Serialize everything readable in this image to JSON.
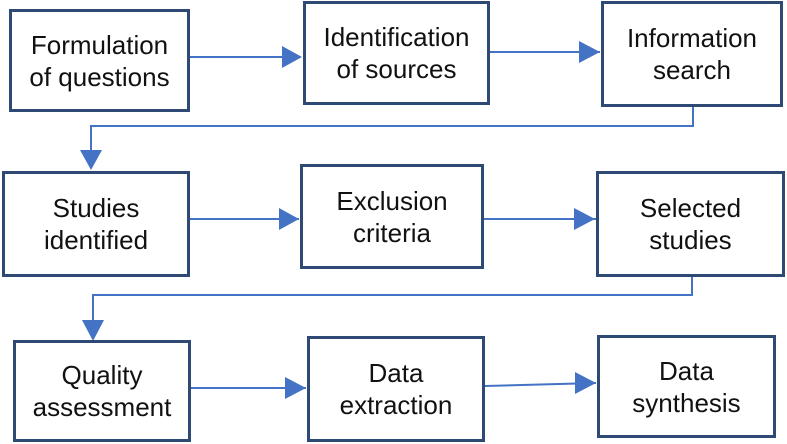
{
  "diagram": {
    "line_color": "#4472c4",
    "border_color": "#2e4a74",
    "nodes": [
      {
        "id": "formulation",
        "lines": [
          "Formulation",
          "of questions"
        ]
      },
      {
        "id": "identification",
        "lines": [
          "Identification",
          "of sources"
        ]
      },
      {
        "id": "information-search",
        "lines": [
          "Information",
          "search"
        ]
      },
      {
        "id": "studies-identified",
        "lines": [
          "Studies",
          "identified"
        ]
      },
      {
        "id": "exclusion-criteria",
        "lines": [
          "Exclusion",
          "criteria"
        ]
      },
      {
        "id": "selected-studies",
        "lines": [
          "Selected",
          "studies"
        ]
      },
      {
        "id": "quality-assessment",
        "lines": [
          "Quality",
          "assessment"
        ]
      },
      {
        "id": "data-extraction",
        "lines": [
          "Data",
          "extraction"
        ]
      },
      {
        "id": "data-synthesis",
        "lines": [
          "Data",
          "synthesis"
        ]
      }
    ],
    "edges": [
      {
        "from": "formulation",
        "to": "identification"
      },
      {
        "from": "identification",
        "to": "information-search"
      },
      {
        "from": "information-search",
        "to": "studies-identified"
      },
      {
        "from": "studies-identified",
        "to": "exclusion-criteria"
      },
      {
        "from": "exclusion-criteria",
        "to": "selected-studies"
      },
      {
        "from": "selected-studies",
        "to": "quality-assessment"
      },
      {
        "from": "quality-assessment",
        "to": "data-extraction"
      },
      {
        "from": "data-extraction",
        "to": "data-synthesis"
      }
    ]
  }
}
